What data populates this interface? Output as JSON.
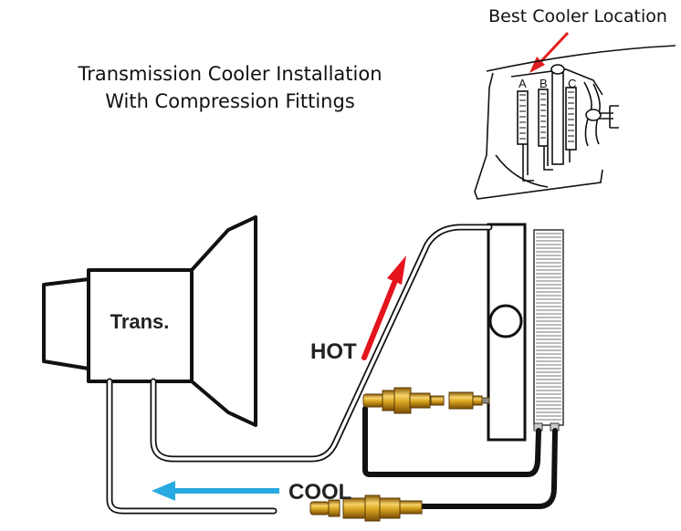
{
  "title": {
    "line1": "Transmission Cooler Installation",
    "line2": "With Compression Fittings"
  },
  "callout": {
    "text": "Best Cooler Location",
    "arrow_color": "#e02020"
  },
  "inset": {
    "positions": [
      "A",
      "B",
      "C"
    ]
  },
  "transmission": {
    "label": "Trans."
  },
  "flow": {
    "hot_label": "HOT",
    "hot_arrow_color": "#e4141c",
    "cool_label": "COOL",
    "cool_arrow_color": "#29a9e1"
  },
  "colors": {
    "line_stroke": "#111111",
    "fitting_brass": "#d9a520",
    "hose": "#111111"
  }
}
